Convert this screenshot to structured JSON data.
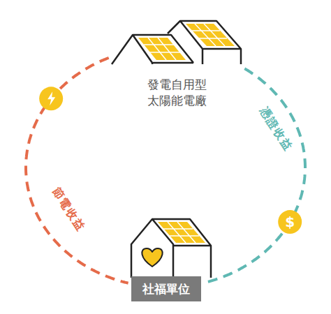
{
  "diagram": {
    "nodes": [
      {
        "text": [
          "發電自用型 太陽能電廠"
        ]
      },
      {
        "text": [
          "社福單位"
        ]
      }
    ],
    "edges": [
      {
        "from": 0,
        "to": 1,
        "label": "節電收益",
        "arrow": "none"
      },
      {
        "from": 0,
        "to": 1,
        "label": "憑證收益",
        "arrow": "none"
      }
    ],
    "labels": [
      "$"
    ]
  }
}
